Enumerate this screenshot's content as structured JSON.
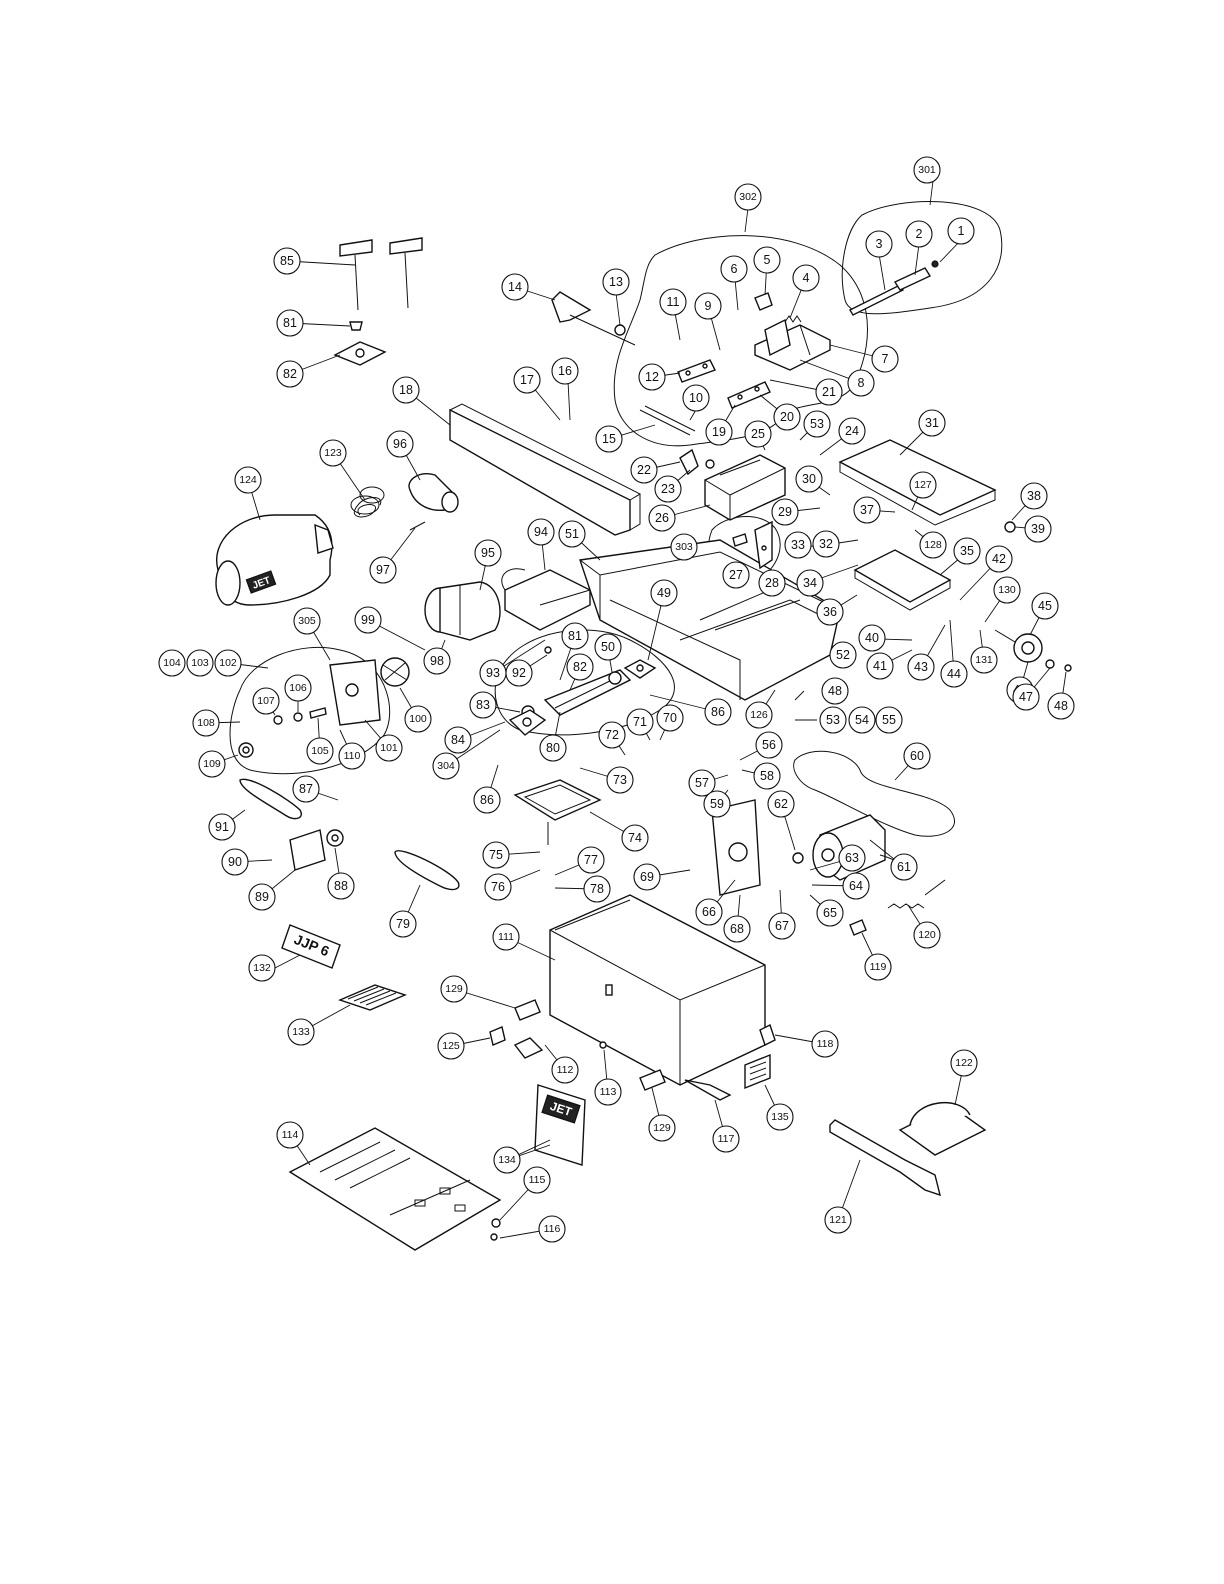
{
  "callouts": [
    {
      "label": "1"
    },
    {
      "label": "2"
    },
    {
      "label": "3"
    },
    {
      "label": "4"
    },
    {
      "label": "5"
    },
    {
      "label": "6"
    },
    {
      "label": "7"
    },
    {
      "label": "8"
    },
    {
      "label": "9"
    },
    {
      "label": "10"
    },
    {
      "label": "11"
    },
    {
      "label": "12"
    },
    {
      "label": "13"
    },
    {
      "label": "14"
    },
    {
      "label": "15"
    },
    {
      "label": "16"
    },
    {
      "label": "17"
    },
    {
      "label": "18"
    },
    {
      "label": "19"
    },
    {
      "label": "20"
    },
    {
      "label": "21"
    },
    {
      "label": "22"
    },
    {
      "label": "23"
    },
    {
      "label": "24"
    },
    {
      "label": "25"
    },
    {
      "label": "26"
    },
    {
      "label": "27"
    },
    {
      "label": "28"
    },
    {
      "label": "29"
    },
    {
      "label": "30"
    },
    {
      "label": "31"
    },
    {
      "label": "32"
    },
    {
      "label": "33"
    },
    {
      "label": "34"
    },
    {
      "label": "35"
    },
    {
      "label": "36"
    },
    {
      "label": "37"
    },
    {
      "label": "38"
    },
    {
      "label": "39"
    },
    {
      "label": "40"
    },
    {
      "label": "41"
    },
    {
      "label": "42"
    },
    {
      "label": "43"
    },
    {
      "label": "44"
    },
    {
      "label": "45"
    },
    {
      "label": "46"
    },
    {
      "label": "47"
    },
    {
      "label": "48"
    },
    {
      "label": "48"
    },
    {
      "label": "49"
    },
    {
      "label": "50"
    },
    {
      "label": "51"
    },
    {
      "label": "52"
    },
    {
      "label": "53"
    },
    {
      "label": "53"
    },
    {
      "label": "54"
    },
    {
      "label": "55"
    },
    {
      "label": "56"
    },
    {
      "label": "57"
    },
    {
      "label": "58"
    },
    {
      "label": "59"
    },
    {
      "label": "60"
    },
    {
      "label": "61"
    },
    {
      "label": "62"
    },
    {
      "label": "63"
    },
    {
      "label": "64"
    },
    {
      "label": "65"
    },
    {
      "label": "66"
    },
    {
      "label": "67"
    },
    {
      "label": "68"
    },
    {
      "label": "69"
    },
    {
      "label": "70"
    },
    {
      "label": "71"
    },
    {
      "label": "72"
    },
    {
      "label": "73"
    },
    {
      "label": "74"
    },
    {
      "label": "75"
    },
    {
      "label": "76"
    },
    {
      "label": "77"
    },
    {
      "label": "78"
    },
    {
      "label": "79"
    },
    {
      "label": "80"
    },
    {
      "label": "81"
    },
    {
      "label": "81"
    },
    {
      "label": "82"
    },
    {
      "label": "82"
    },
    {
      "label": "83"
    },
    {
      "label": "84"
    },
    {
      "label": "85"
    },
    {
      "label": "86"
    },
    {
      "label": "86"
    },
    {
      "label": "87"
    },
    {
      "label": "88"
    },
    {
      "label": "89"
    },
    {
      "label": "90"
    },
    {
      "label": "91"
    },
    {
      "label": "92"
    },
    {
      "label": "93"
    },
    {
      "label": "94"
    },
    {
      "label": "95"
    },
    {
      "label": "96"
    },
    {
      "label": "97"
    },
    {
      "label": "98"
    },
    {
      "label": "99"
    },
    {
      "label": "100"
    },
    {
      "label": "101"
    },
    {
      "label": "102"
    },
    {
      "label": "103"
    },
    {
      "label": "104"
    },
    {
      "label": "105"
    },
    {
      "label": "106"
    },
    {
      "label": "107"
    },
    {
      "label": "108"
    },
    {
      "label": "109"
    },
    {
      "label": "110"
    },
    {
      "label": "111"
    },
    {
      "label": "112"
    },
    {
      "label": "113"
    },
    {
      "label": "114"
    },
    {
      "label": "115"
    },
    {
      "label": "116"
    },
    {
      "label": "117"
    },
    {
      "label": "118"
    },
    {
      "label": "119"
    },
    {
      "label": "120"
    },
    {
      "label": "121"
    },
    {
      "label": "122"
    },
    {
      "label": "123"
    },
    {
      "label": "124"
    },
    {
      "label": "125"
    },
    {
      "label": "126"
    },
    {
      "label": "127"
    },
    {
      "label": "128"
    },
    {
      "label": "129"
    },
    {
      "label": "129"
    },
    {
      "label": "130"
    },
    {
      "label": "131"
    },
    {
      "label": "132"
    },
    {
      "label": "133"
    },
    {
      "label": "134"
    },
    {
      "label": "135"
    },
    {
      "label": "301"
    },
    {
      "label": "302"
    },
    {
      "label": "303"
    },
    {
      "label": "304"
    },
    {
      "label": "305"
    }
  ],
  "logos": {
    "motor_label": "JET",
    "plate_label": "JET",
    "model_badge": "JJP 6"
  }
}
